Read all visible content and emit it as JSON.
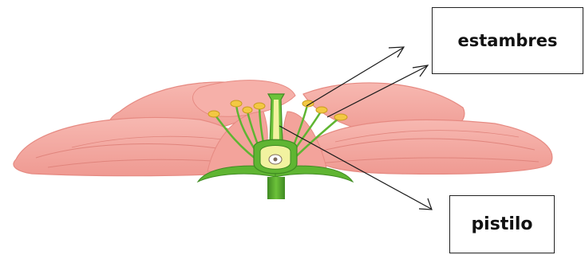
{
  "labels": {
    "stamens": "estambres",
    "pistil": "pistilo"
  },
  "colors": {
    "petal_fill": "#f4a9a2",
    "petal_edge": "#e68a82",
    "petal_vein": "#e0847c",
    "stem_green": "#5fb532",
    "stem_dark": "#3f8a22",
    "ovary_light": "#f2f2a0",
    "anther_yellow": "#f3c843",
    "leader_line": "#1a1a1a"
  },
  "icons": {
    "flower": "flower-cross-section-illustration"
  }
}
